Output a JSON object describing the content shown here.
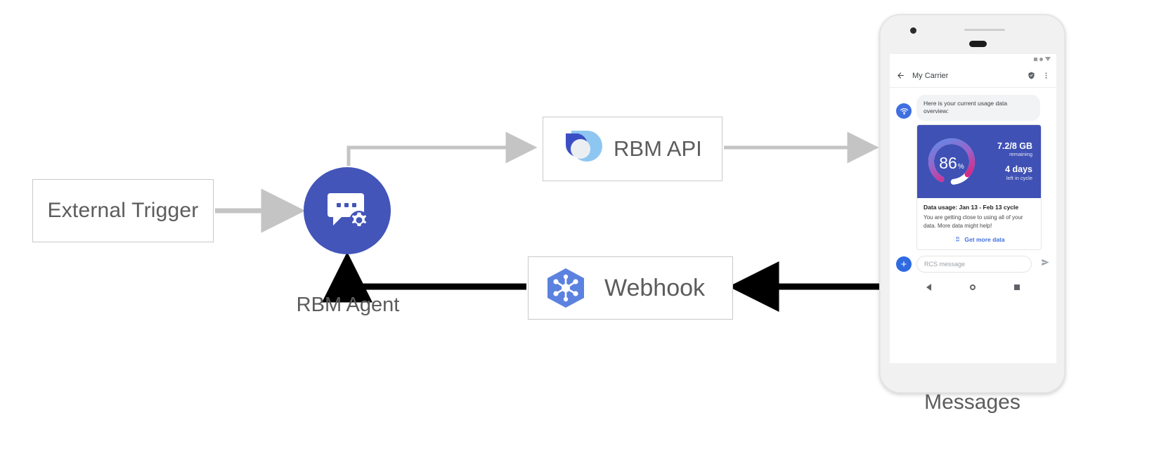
{
  "diagram": {
    "nodes": {
      "external_trigger": {
        "label": "External Trigger"
      },
      "rbm_agent": {
        "label": "RBM Agent",
        "icon": "chat-gear-icon",
        "color": "#4355b9"
      },
      "rbm_api": {
        "label": "RBM API",
        "icon": "rbm-api-logo-icon"
      },
      "webhook": {
        "label": "Webhook",
        "icon": "webhook-hexagon-icon"
      },
      "phone": {
        "caption": "Messages"
      }
    },
    "connector_colors": {
      "gray": "#c4c4c4",
      "black": "#000000"
    }
  },
  "phone": {
    "status_icons": [
      "signal-square-icon",
      "signal-dot-icon",
      "battery-triangle-icon"
    ],
    "app_bar": {
      "back_icon": "back-arrow-icon",
      "title": "My Carrier",
      "verified_icon": "verified-shield-icon",
      "overflow_icon": "more-vertical-icon"
    },
    "conversation": {
      "avatar_icon": "rcs-wifi-avatar-icon",
      "incoming_message": "Here is your current usage data overview:",
      "rich_card": {
        "gauge": {
          "value": "86",
          "unit": "%",
          "percent": 86
        },
        "stats": [
          {
            "big": "7.2/8 GB",
            "small": "remaining"
          },
          {
            "big": "4 days",
            "small": "left in cycle"
          }
        ],
        "title": "Data usage: Jan 13 - Feb 13 cycle",
        "body": "You are getting close to using all of your data. More data might help!",
        "action": {
          "icon": "globe-icon",
          "label": "Get more data"
        },
        "hero_color": "#3f51b5"
      }
    },
    "composer": {
      "plus_icon": "plus-icon",
      "placeholder": "RCS message",
      "send_icon": "send-icon"
    },
    "nav_bar": [
      "nav-back-icon",
      "nav-home-icon",
      "nav-recents-icon"
    ]
  }
}
